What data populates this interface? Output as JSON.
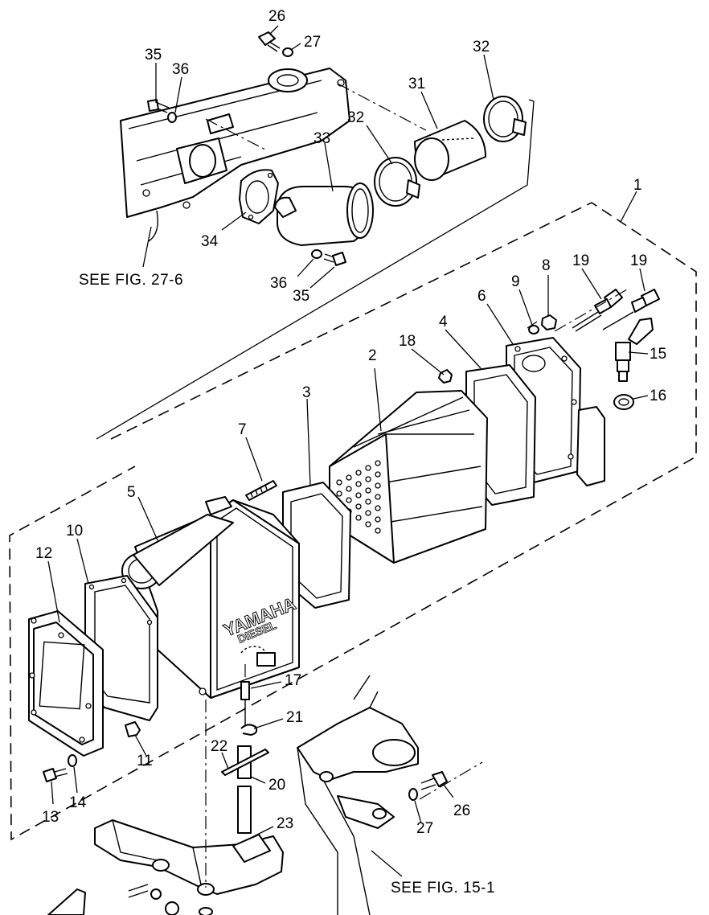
{
  "labels": [
    "1",
    "2",
    "3",
    "4",
    "5",
    "6",
    "7",
    "8",
    "9",
    "10",
    "11",
    "12",
    "13",
    "14",
    "15",
    "16",
    "17",
    "18",
    "19",
    "19",
    "20",
    "21",
    "22",
    "23",
    "26",
    "26",
    "27",
    "27",
    "31",
    "32",
    "32",
    "33",
    "34",
    "35",
    "35",
    "36",
    "36"
  ],
  "references": {
    "top": "SEE FIG. 27-6",
    "bottom": "SEE FIG. 15-1"
  },
  "brand": {
    "name": "YAMAHA",
    "sub": "DIESEL"
  }
}
